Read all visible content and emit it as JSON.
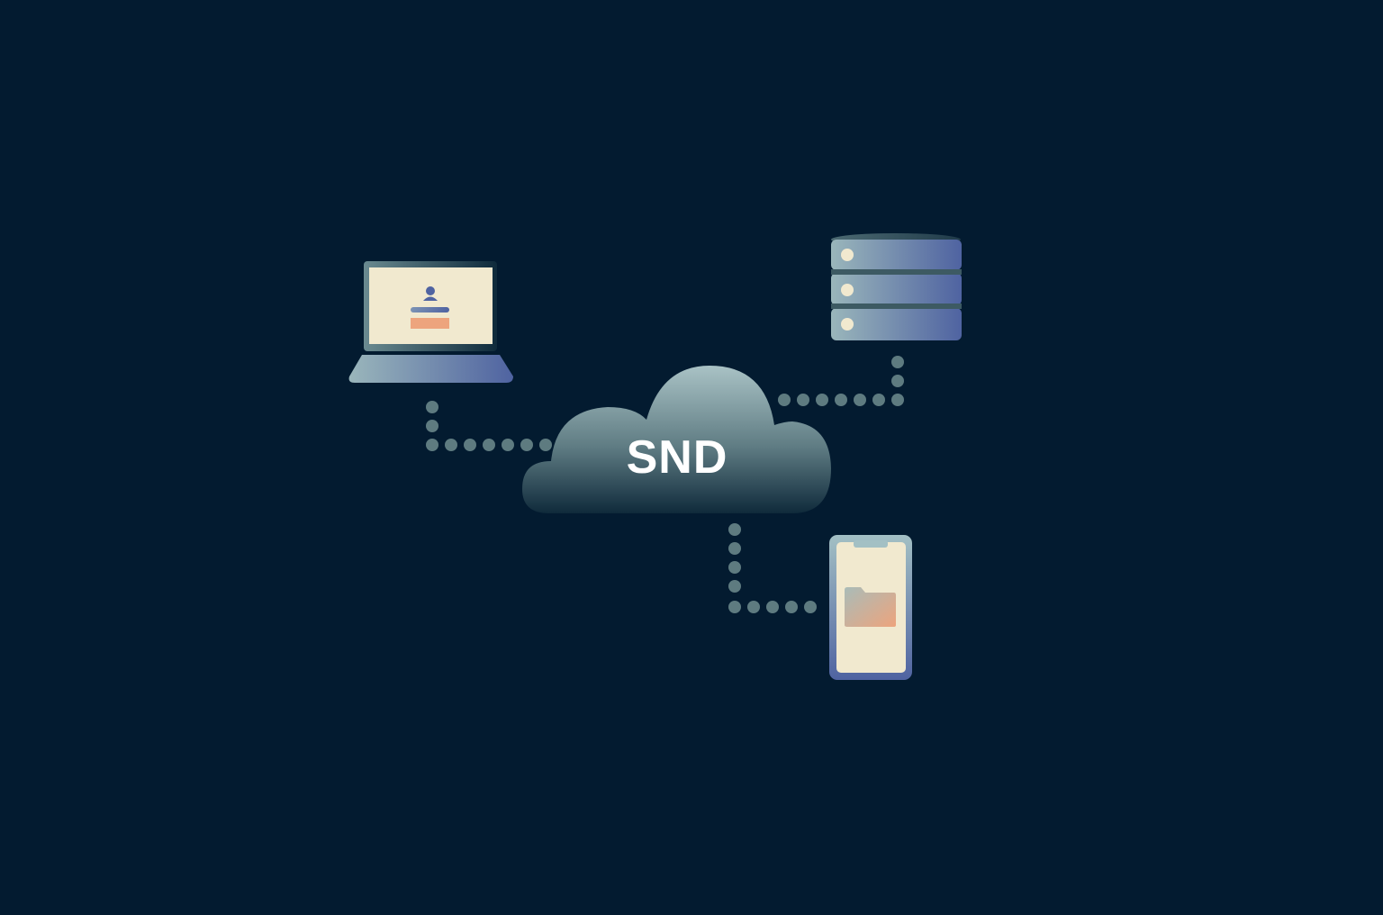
{
  "diagram": {
    "center": {
      "label": "SND",
      "shape": "cloud-icon"
    },
    "nodes": [
      {
        "name": "laptop",
        "icon": "laptop-icon",
        "screen": "user-login-form"
      },
      {
        "name": "database",
        "icon": "database-server-icon",
        "layers": 3
      },
      {
        "name": "phone",
        "icon": "smartphone-icon",
        "screen": "folder-icon"
      }
    ],
    "connections": [
      {
        "from": "laptop",
        "to": "cloud",
        "style": "dotted"
      },
      {
        "from": "database",
        "to": "cloud",
        "style": "dotted"
      },
      {
        "from": "cloud",
        "to": "phone",
        "style": "dotted"
      }
    ]
  },
  "colors": {
    "background": "#031b30",
    "dots": "#5e7b80",
    "screen": "#f1e9cf",
    "accent_orange": "#eda47d",
    "accent_blue": "#4f63a1",
    "steel": "#9ab6bb"
  }
}
